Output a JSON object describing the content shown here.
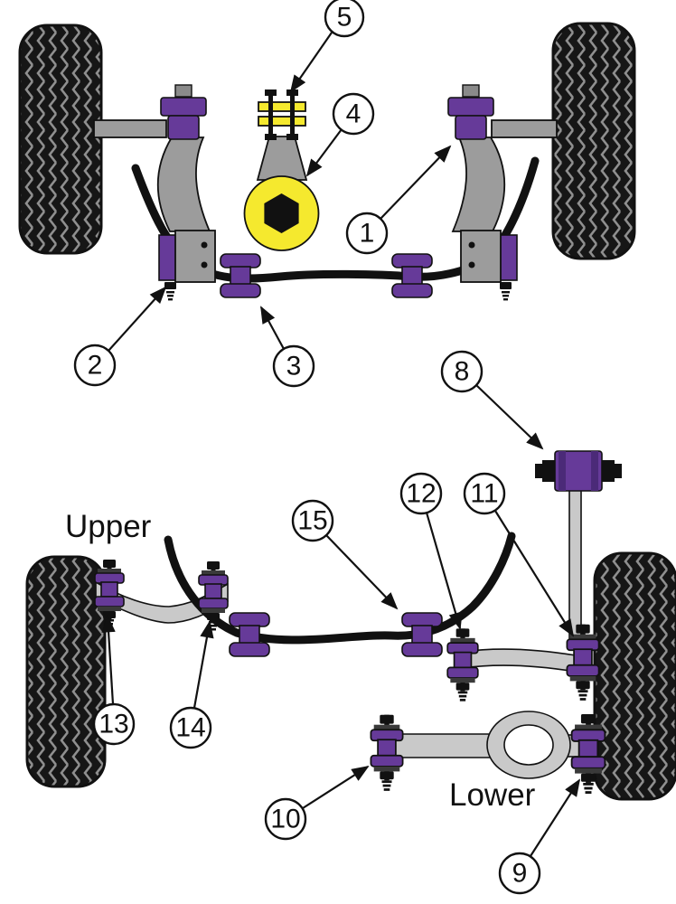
{
  "diagram": {
    "labels": {
      "upper": "Upper",
      "lower": "Lower"
    },
    "callouts": {
      "c1": "1",
      "c2": "2",
      "c3": "3",
      "c4": "4",
      "c5": "5",
      "c8": "8",
      "c9": "9",
      "c10": "10",
      "c11": "11",
      "c12": "12",
      "c13": "13",
      "c14": "14",
      "c15": "15"
    }
  },
  "colors": {
    "bushing": "#663a99",
    "bushing_dark": "#4b2a78",
    "mount": "#f5e92e",
    "arm_gray": "#9c9c9c",
    "arm_light": "#c9c9c9",
    "tire": "#161616",
    "tread": "#8f8f8f",
    "line": "#111111"
  }
}
